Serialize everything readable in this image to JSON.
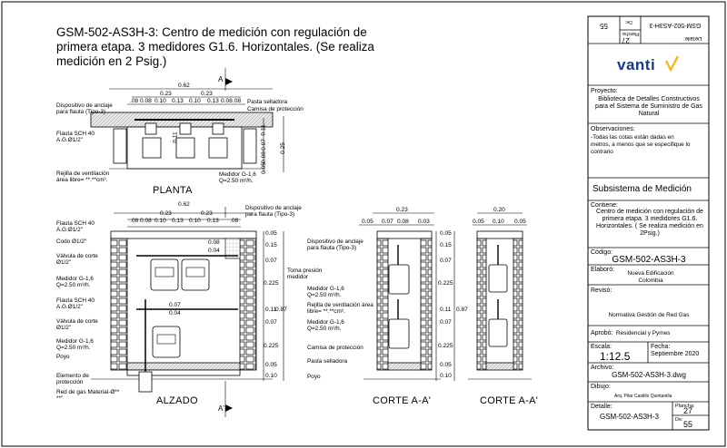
{
  "title": "GSM-502-AS3H-3: Centro de medición con regulación de primera etapa.  3 medidores G1.6. Horizontales.  (Se realiza medición en 2 Psig.)",
  "views": {
    "planta": "PLANTA",
    "alzado": "ALZADO",
    "corte1": "CORTE A-A'",
    "corte2": "CORTE A-A'",
    "section_a": "A",
    "section_a2": "A'"
  },
  "planta": {
    "dims_top": [
      "0.62"
    ],
    "dims_mid": [
      "0.23",
      "0.23"
    ],
    "dims_low": [
      ".08",
      "0.08",
      "0.10",
      "0.13",
      "0.10",
      "0.13",
      "0.08",
      ".08"
    ],
    "dims_right": [
      "0.11",
      "0.07",
      "0.08",
      "0.05",
      "0.25"
    ],
    "dim_inner": "0.11",
    "labels": {
      "anclaje": "Dispositivo de anclaje para flauta (Tipo-3)",
      "pasta": "Pasta selladora",
      "camisa": "Camisa de protección",
      "flauta": "Flauta SCH 40 A.G.Ø1/2\"",
      "rejilla": "Rejilla de ventilación área libre= **.**cm².",
      "medidor": "Medidor G-1,6 Q=2.50 m³/h."
    }
  },
  "alzado": {
    "dims_top": [
      "0.62"
    ],
    "dims_mid": [
      "0.23",
      "0.23"
    ],
    "dims_low": [
      ".08",
      "0.08",
      "0.10",
      "0.13",
      "0.10",
      "0.13",
      ".08"
    ],
    "dims_right": [
      "0.05",
      "0.15",
      "0.07",
      "0.225",
      "0.11",
      "0.07",
      "0.225",
      "0.05",
      "0.10"
    ],
    "dim_total": "0.87",
    "inner_dims": [
      "0.08",
      "0.04",
      "0.07",
      "0.04"
    ],
    "labels": {
      "anclaje": "Dispositivo de anclaje para flauta (Tipo-3)",
      "flauta1": "Flauta SCH 40 A.G.Ø1/2\"",
      "codo": "Codo Ø1/2\"",
      "valvula1": "Válvula de corte Ø1/2\"",
      "medidor1": "Medidor G-1,6 Q=2.50 m³/h.",
      "flauta2": "Flauta SCH 40 A.G.Ø1/2\"",
      "valvula2": "Válvula de corte Ø1/2\"",
      "medidor2": "Medidor G-1,6 Q=2.50 m³/h.",
      "poyo": "Poyo",
      "elemento": "Elemento de protección",
      "red": "Red de gas Material-Ø** **\"",
      "toma": "Toma presión medidor"
    }
  },
  "corte1": {
    "dims_top": [
      "0.23"
    ],
    "dims_low": [
      "0.05",
      "0.07",
      "0.08",
      "0.03"
    ],
    "dims_right": [
      "0.05",
      "0.15",
      "0.07",
      "0.225",
      "0.11",
      "0.07",
      "0.225",
      "0.05",
      "0.10"
    ],
    "dim_total": "0.87",
    "labels": {
      "anclaje": "Dispositivo de anclaje para flauta (Tipo-3)",
      "medidor1": "Medidor G-1,6 Q=2.50 m³/h.",
      "rejilla": "Rejilla de ventilación área libre= **.**cm².",
      "medidor2": "Medidor G-1,6 Q=2.50 m³/h.",
      "camisa": "Camisa de protección",
      "pasta": "Pasta selladora",
      "poyo": "Poyo"
    }
  },
  "corte2": {
    "dims_top": [
      "0.20"
    ],
    "dims_low": [
      "0.05",
      "0.10",
      "0.05"
    ]
  },
  "titleblock": {
    "rotated_code": "GSM-502-AS3H-3",
    "rotated_detalle": "Detalle:",
    "rotated_plancha_label": "Plancha:",
    "rotated_plancha": "27",
    "rotated_de_label": "De:",
    "rotated_de": "55",
    "brand": "vanti",
    "proyecto_label": "Proyecto:",
    "proyecto": "Biblioteca de Detalles Constructivos para el Sistema de Suministro de Gas Natural",
    "obs_label": "Observaciones:",
    "obs": "-Todas las cotas están dadas en metros, a menos que se especifique lo contrario",
    "subsistema": "Subsistema de Medición",
    "contiene_label": "Contiene:",
    "contiene": "Centro de medición con regulación de primera etapa. 3 medidores G1.6. Horizontales.  ( Se realiza medición en 2Psig.)",
    "codigo_label": "Código:",
    "codigo": "GSM-502-AS3H-3",
    "elaboro_label": "Elaboró:",
    "elaboro": "Nueva Edificación Colombia",
    "reviso_label": "Revisó:",
    "norma": "Normativa Gestión de Red Gas",
    "aprobo_label": "Aprobó:",
    "aprobo": "Residencial y Pymes",
    "escala_label": "Escala:",
    "escala": "1:12.5",
    "fecha_label": "Fecha:",
    "fecha": "Septiembre 2020",
    "archivo_label": "Archivo:",
    "archivo": "GSM-502-AS3H-3.dwg",
    "dibujo_label": "Dibujo:",
    "dibujo": "Arq. Pilar Castillo Quintanilla",
    "detalle_label": "Detalle:",
    "detalle": "GSM-502-AS3H-3",
    "plancha_label": "Plancha:",
    "plancha": "27",
    "de_label": "De:",
    "de": "55"
  },
  "colors": {
    "brand": "#1a3a8a",
    "accent": "#f2b81e",
    "line": "#000000",
    "hatch": "#c8c8c8"
  }
}
